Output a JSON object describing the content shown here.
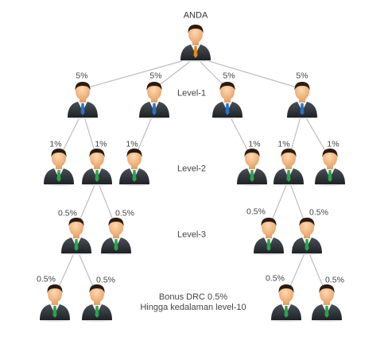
{
  "root_label": "ANDA",
  "level_labels": [
    "Level-1",
    "Level-2",
    "Level-3"
  ],
  "bonus_note": {
    "line1": "Bonus DRC 0.5%",
    "line2": "Hingga kedalaman level-10"
  },
  "percentages": {
    "level1": "5%",
    "level2": "1%",
    "level3": "0.5%",
    "level4": "0.5%"
  },
  "tie_colors": {
    "root": "#e08a1a",
    "level1": "#2a72c8",
    "level2": "#2aa34a",
    "level3": "#2aa34a",
    "level4": "#2aa34a"
  },
  "icon": "businessman-icon"
}
